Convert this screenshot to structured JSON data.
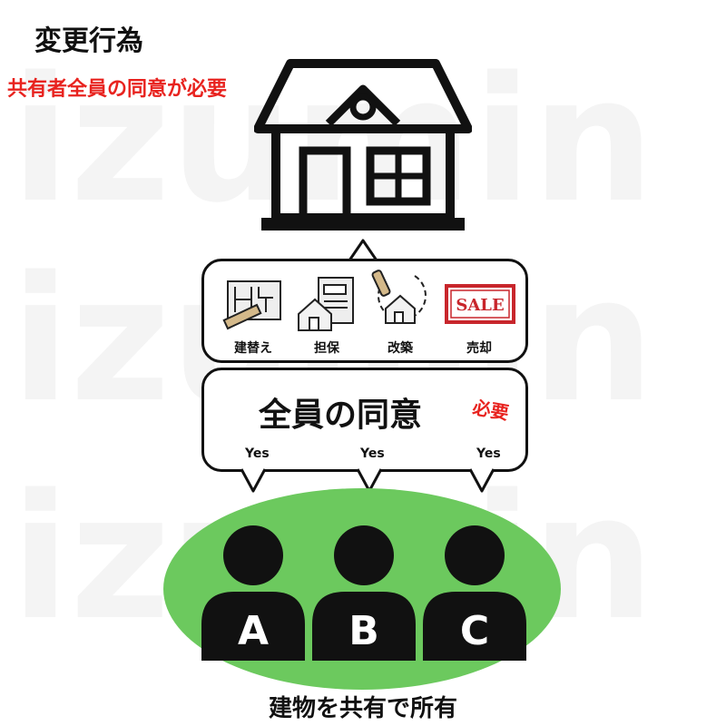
{
  "title": "変更行為",
  "subtitle": "共有者全員の同意が必要",
  "watermark": "izumin",
  "actions": [
    {
      "label": "建替え",
      "icon": "blueprint-ruler-icon"
    },
    {
      "label": "担保",
      "icon": "house-document-icon"
    },
    {
      "label": "改築",
      "icon": "house-renovation-icon"
    },
    {
      "label": "売却",
      "icon": "sale-stamp-icon",
      "stamp_text": "SALE"
    }
  ],
  "consent": {
    "main": "全員の同意",
    "badge": "必要",
    "yes": [
      "Yes",
      "Yes",
      "Yes"
    ]
  },
  "owners": [
    "A",
    "B",
    "C"
  ],
  "caption": "建物を共有で所有",
  "colors": {
    "title_red": "#e8231f",
    "ellipse_green": "#6cc95e",
    "stamp_red": "#c8262c",
    "watermark_gray": "#f4f4f4"
  }
}
